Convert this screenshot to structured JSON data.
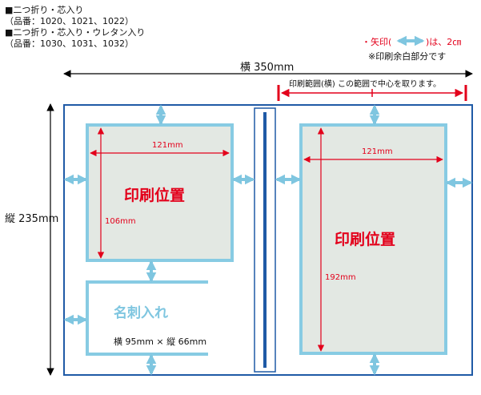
{
  "header": {
    "line1": "■二つ折り・芯入り",
    "line2": "（品番：1020、1021、1022）",
    "line3": "■二つ折り・芯入り・ウレタン入り",
    "line4": "（品番：1030、1031、1032）"
  },
  "legend": {
    "arrow_prefix": "・矢印(",
    "arrow_suffix": ")は、2㎝",
    "margin_note": "※印刷余白部分です"
  },
  "dimensions": {
    "width": "横 350mm",
    "height": "縦 235mm"
  },
  "print_range_note": "印刷範囲(横)  この範囲で中心を取ります。",
  "left_panel": {
    "print_label": "印刷位置",
    "width": "121mm",
    "height": "106mm"
  },
  "card_slot": {
    "label": "名刺入れ",
    "size": "横 95mm × 縦 66mm"
  },
  "right_panel": {
    "print_label": "印刷位置",
    "width": "121mm",
    "height": "192mm"
  },
  "colors": {
    "outline": "#1f5aa6",
    "print_area": "#e3e8e3",
    "print_border": "#87cbe3",
    "arrow_cyan": "#7fc6e0",
    "red": "#e3001b"
  }
}
